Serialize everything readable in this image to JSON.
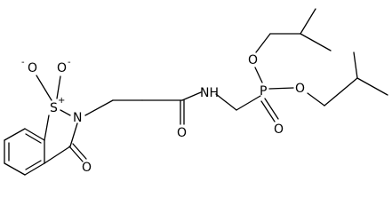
{
  "molecule": {
    "atom_labels": {
      "o_sulfonyl_left": "O",
      "o_sulfonyl_right": "O",
      "charge_left": "-",
      "charge_right": "-",
      "sulfur": "S",
      "charge_sulfur": "+",
      "nitrogen_ring": "N",
      "o_ring_carbonyl": "O",
      "o_amide": "O",
      "nh_amide": "NH",
      "phosphorus": "P",
      "o_ester_upper": "O",
      "o_ester_lower": "O",
      "o_phosphoryl": "O"
    }
  }
}
